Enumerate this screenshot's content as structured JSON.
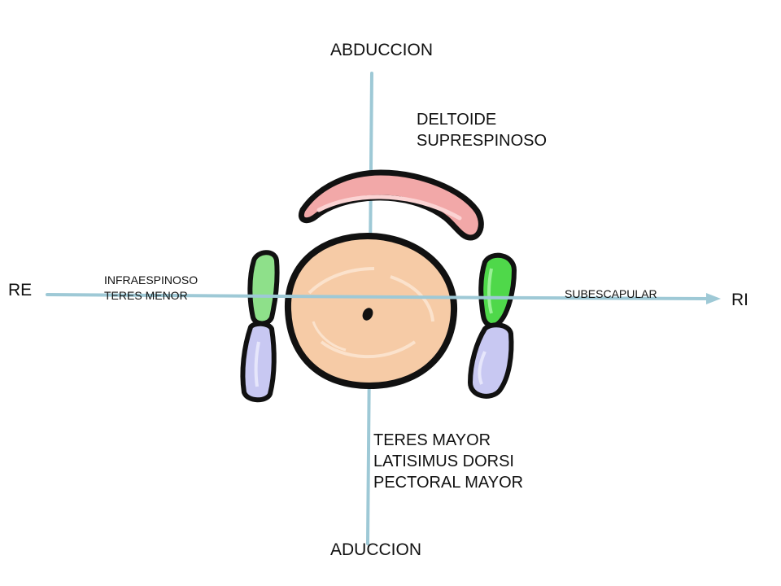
{
  "axes": {
    "top": "ABDUCCION",
    "bottom": "ADUCCION",
    "left": "RE",
    "right": "RI"
  },
  "groups": {
    "superior": [
      "DELTOIDE",
      "SUPRESPINOSO"
    ],
    "posterior": [
      "INFRAESPINOSO",
      "TERES MENOR"
    ],
    "anterior": [
      "SUBESCAPULAR"
    ],
    "inferior": [
      "TERES MAYOR",
      "LATISIMUS DORSI",
      "PECTORAL MAYOR"
    ]
  },
  "colors": {
    "axis": "#9ec9d6",
    "humeral_head_fill": "#f6cba6",
    "deltoid_fill": "#f2a8a8",
    "green_muscle_fill": "#8ee08a",
    "green_muscle_bright": "#4fd84a",
    "lavender_muscle_fill": "#c8c8f2",
    "outline": "#111111"
  }
}
